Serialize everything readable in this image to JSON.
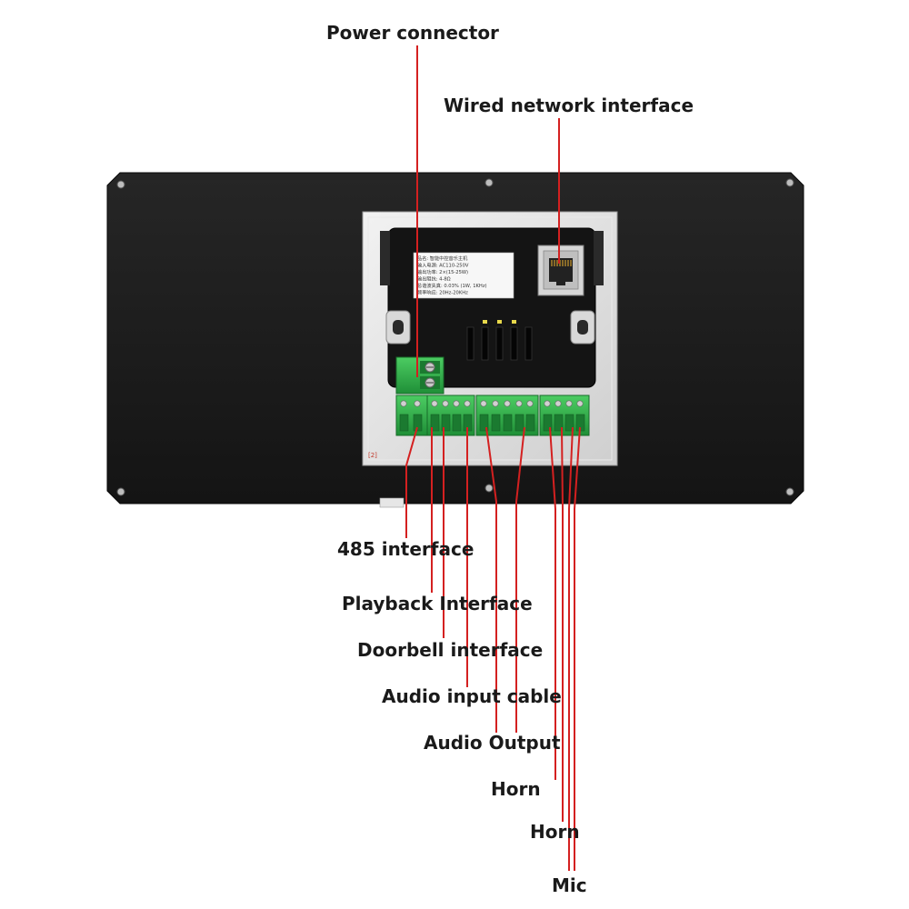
{
  "labels": {
    "power": "Power connector",
    "network": "Wired network interface",
    "rs485": "485 interface",
    "playback": "Playback Interface",
    "doorbell": "Doorbell interface",
    "audio_input": "Audio input cable",
    "audio_output": "Audio Output",
    "horn1": "Horn",
    "horn2": "Horn",
    "mic": "Mic"
  },
  "device_sticker": {
    "lines": [
      "品名: 智能中控音乐主机",
      "输入电源: AC110-250V",
      "输出功率: 2×(15-25W)",
      "输出阻抗: 4-8Ω",
      "总谐波失真: 0.03% (1W, 1KHz)",
      "频率响应: 20Hz-20KHz"
    ]
  },
  "colors": {
    "leader_line": "#d42020",
    "panel": "#1c1c1c",
    "terminal_green": "#2fb34a",
    "label_text": "#1a1a1a"
  }
}
